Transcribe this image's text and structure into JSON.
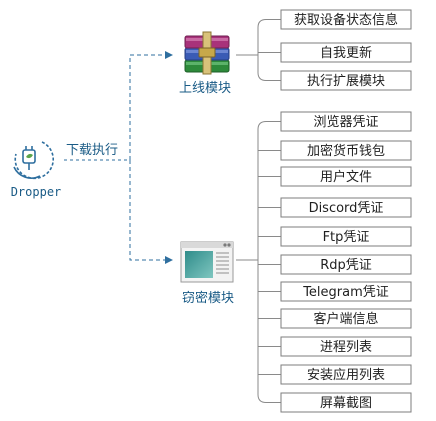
{
  "root": {
    "label": "Dropper",
    "icon": "plug-icon"
  },
  "edge_label": "下载执行",
  "modules": [
    {
      "label": "上线模块",
      "icon": "winrar-books-icon",
      "items": [
        "获取设备状态信息",
        "自我更新",
        "执行扩展模块"
      ]
    },
    {
      "label": "窃密模块",
      "icon": "window-app-icon",
      "items": [
        "浏览器凭证",
        "加密货币钱包",
        "用户文件",
        "Discord凭证",
        "Ftp凭证",
        "Rdp凭证",
        "Telegram凭证",
        "客户端信息",
        "进程列表",
        "安装应用列表",
        "屏幕截图"
      ]
    }
  ],
  "colors": {
    "line": "#8a8a8a",
    "dashed_arrow": "#2f6f9f",
    "label_text": "#1a5b86"
  }
}
